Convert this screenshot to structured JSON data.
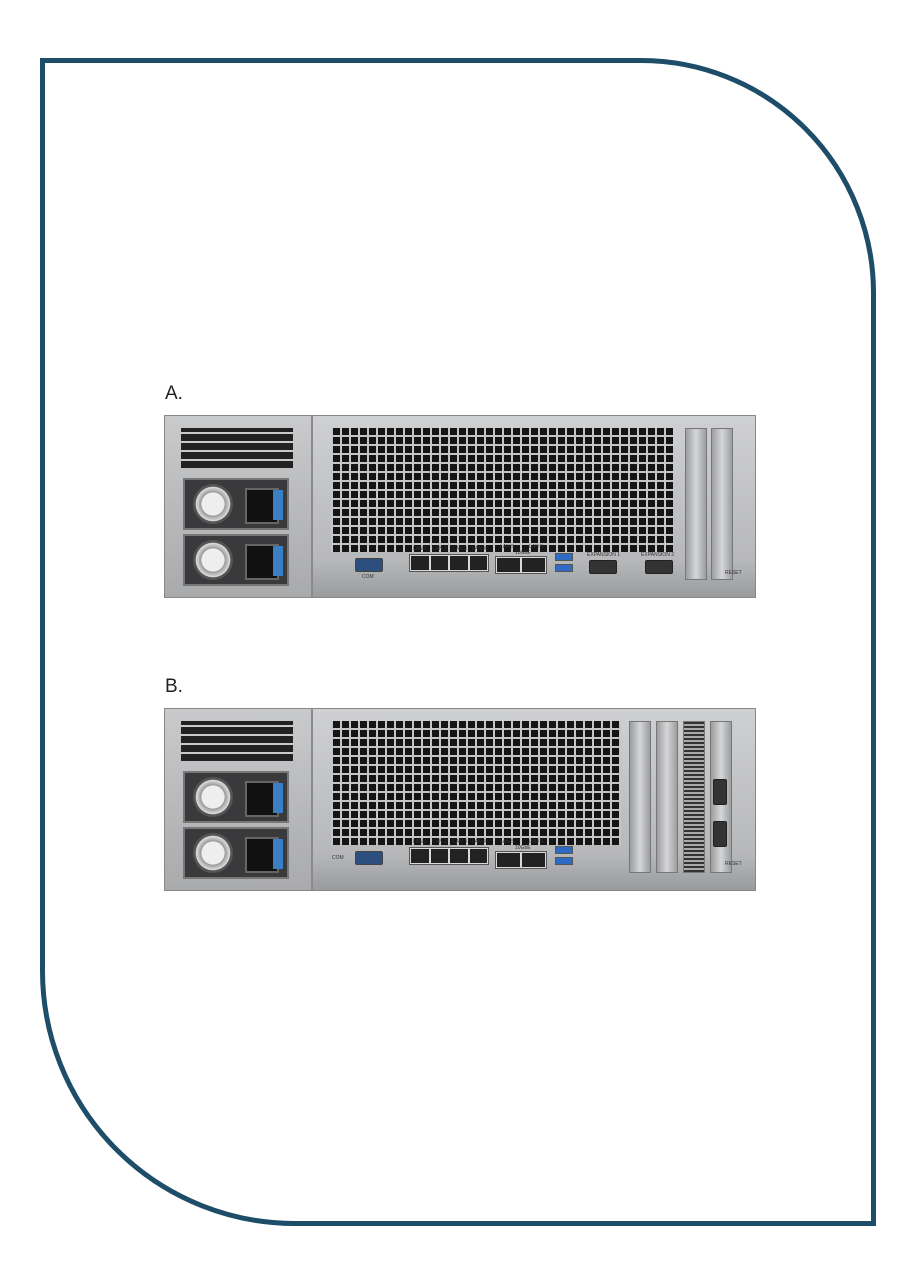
{
  "figure_a": {
    "label": "A.",
    "ports": {
      "com": "COM",
      "lan": [
        "LAN 1",
        "LAN 2",
        "LAN 3",
        "LAN 4"
      ],
      "lan5": "LAN 5",
      "lan6": "LAN 6",
      "tengbe": "10GbE",
      "expansion1": "EXPANSION 1",
      "expansion2": "EXPANSION 2",
      "reset": "RESET"
    }
  },
  "figure_b": {
    "label": "B.",
    "ports": {
      "com": "COM",
      "lan": [
        "LAN 1",
        "LAN 2",
        "LAN 3",
        "LAN 4"
      ],
      "lan5": "LAN 5",
      "lan6": "LAN 6",
      "tengbe": "10GbE",
      "reset": "RESET"
    }
  },
  "colors": {
    "frame": "#1e4d69",
    "accent": "#3a7fc4"
  }
}
